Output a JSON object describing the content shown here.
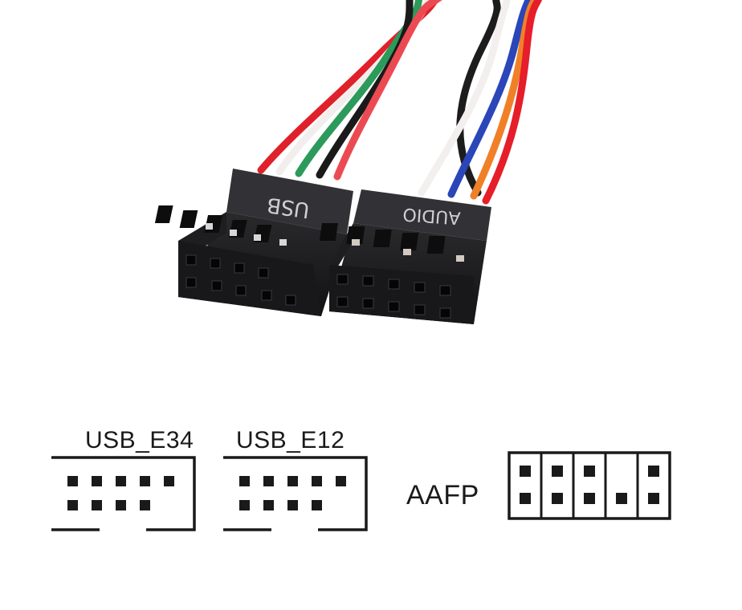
{
  "photo": {
    "usb_connector_text": "USB",
    "audio_connector_text": "AUDIO",
    "usb_wire_colors": [
      "#e0202a",
      "#f2eeee",
      "#2c9a5a",
      "#1a1a1a",
      "#ec4a52"
    ],
    "audio_wire_colors": [
      "#1c1c1c",
      "#f4efef",
      "#2a46b8",
      "#f08028",
      "#e51e2a"
    ],
    "housing_color": "#1b1b1d"
  },
  "pinouts": {
    "usb_e34_label": "USB_E34",
    "usb_e12_label": "USB_E12",
    "aafp_label": "AAFP"
  }
}
